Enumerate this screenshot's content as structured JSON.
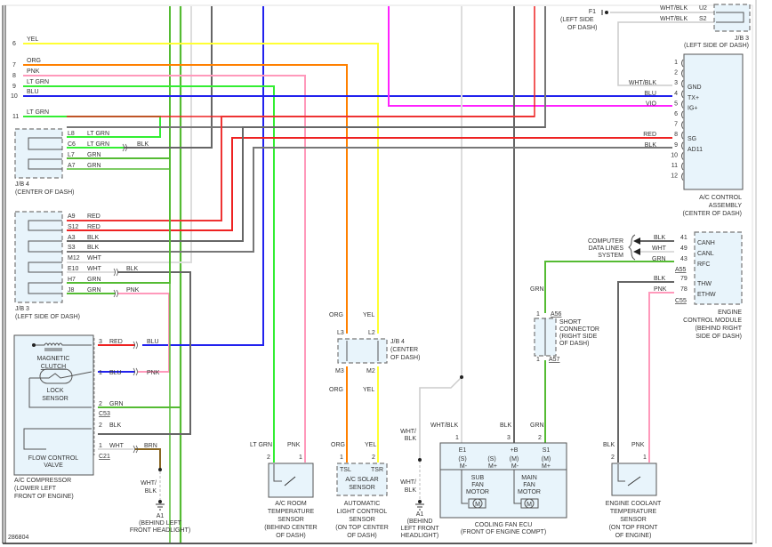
{
  "diagram": {
    "figure_id": "286804",
    "colors": {
      "YEL": "#ffff33",
      "ORG": "#ff8000",
      "PNK": "#ff99bb",
      "LTGRN": "#33ee33",
      "GRN": "#55bb33",
      "BLU": "#2222ee",
      "RED": "#ee2222",
      "BLK": "#666666",
      "WHT": "#dddddd",
      "VIO": "#ff22ff",
      "BRN": "#886622",
      "component_fill": "#e8f4fb"
    },
    "left_numbers": [
      {
        "n": "6",
        "color": "YEL"
      },
      {
        "n": "7",
        "color": "ORG"
      },
      {
        "n": "8",
        "color": "PNK"
      },
      {
        "n": "9",
        "color": "LT GRN"
      },
      {
        "n": "10",
        "color": "BLU"
      },
      {
        "n": "11",
        "color": "LT GRN"
      }
    ],
    "jb4_center": {
      "title": "J/B 4",
      "location": "(CENTER OF DASH)",
      "pins": [
        {
          "pin": "L8",
          "wire": "LT GRN"
        },
        {
          "pin": "C6",
          "wire": "LT GRN",
          "splice": "BLK"
        },
        {
          "pin": "L7",
          "wire": "GRN"
        },
        {
          "pin": "A7",
          "wire": "GRN"
        }
      ]
    },
    "jb3_left": {
      "title": "J/B 3",
      "location": "(LEFT SIDE OF DASH)",
      "pins": [
        {
          "pin": "A9",
          "wire": "RED"
        },
        {
          "pin": "S12",
          "wire": "RED"
        },
        {
          "pin": "A3",
          "wire": "BLK"
        },
        {
          "pin": "S3",
          "wire": "BLK"
        },
        {
          "pin": "M12",
          "wire": "WHT"
        },
        {
          "pin": "E10",
          "wire": "WHT",
          "splice": "BLK"
        },
        {
          "pin": "H7",
          "wire": "GRN"
        },
        {
          "pin": "J8",
          "wire": "GRN",
          "splice": "PNK"
        }
      ]
    },
    "ac_compressor": {
      "title": "A/C COMPRESSOR",
      "location1": "(LOWER LEFT",
      "location2": "FRONT OF ENGINE)",
      "magnetic_clutch1": "MAGNETIC",
      "magnetic_clutch2": "CLUTCH",
      "lock_sensor1": "LOCK",
      "lock_sensor2": "SENSOR",
      "flow_valve1": "FLOW CONTROL",
      "flow_valve2": "VALVE",
      "c53": "C53",
      "c21": "C21",
      "pins": [
        {
          "pin": "3",
          "wire": "RED",
          "splice": "BLU"
        },
        {
          "pin": "1",
          "wire": "BLU",
          "splice": "PNK"
        },
        {
          "pin": "2",
          "wire": "GRN"
        },
        {
          "pin": "2",
          "wire": "BLK"
        },
        {
          "pin": "1",
          "wire": "WHT",
          "splice": "BRN"
        }
      ]
    },
    "ground_a1_left": {
      "wire1": "WHT/",
      "wire2": "BLK",
      "name": "A1",
      "loc1": "(BEHIND LEFT",
      "loc2": "FRONT HEADLIGHT)"
    },
    "jb4_mid": {
      "title": "J/B 4",
      "loc1": "(CENTER",
      "loc2": "OF DASH)",
      "top_pins": [
        "L3",
        "L2"
      ],
      "bottom_pins": [
        "M3",
        "M2"
      ],
      "wires_top": [
        "ORG",
        "YEL"
      ],
      "wires_bottom": [
        "ORG",
        "YEL"
      ]
    },
    "room_sensor": {
      "wires": [
        "LT GRN",
        "PNK"
      ],
      "pins": [
        "2",
        "1"
      ],
      "lines": [
        "A/C ROOM",
        "TEMPERATURE",
        "SENSOR",
        "(BEHIND CENTER",
        "OF DASH)"
      ]
    },
    "solar_sensor": {
      "wires": [
        "ORG",
        "YEL"
      ],
      "pins": [
        "1",
        "2"
      ],
      "terminals": [
        "TSL",
        "TSR"
      ],
      "inner1": "A/C SOLAR",
      "inner2": "SENSOR",
      "lines": [
        "AUTOMATIC",
        "LIGHT CONTROL",
        "SENSOR",
        "(ON TOP CENTER",
        "OF DASH)"
      ]
    },
    "ground_a1_mid": {
      "wire1a": "WHT/",
      "wire1b": "BLK",
      "wire2a": "WHT/",
      "wire2b": "BLK",
      "name": "A1",
      "lines": [
        "(BEHIND",
        "LEFT FRONT",
        "HEADLIGHT)"
      ]
    },
    "fan_ecu": {
      "wires": [
        "WHT/BLK",
        "BLK",
        "GRN"
      ],
      "pins": [
        "1",
        "3",
        "2"
      ],
      "terminals": [
        "E1",
        "+B",
        "S1"
      ],
      "sub": [
        "(S)",
        "(S)",
        "(M)",
        "(M)"
      ],
      "subpins": [
        "M-",
        "M+",
        "M-",
        "M+"
      ],
      "sub_motor": [
        "SUB",
        "FAN",
        "MOTOR"
      ],
      "main_motor": [
        "MAIN",
        "FAN",
        "MOTOR"
      ],
      "motor_glyph": "M",
      "title": "COOLING FAN ECU",
      "location": "(FRONT OF ENGINE COMPT)",
      "side_wire1": "WHT/",
      "side_wire2": "BLK"
    },
    "coolant_sensor": {
      "wires": [
        "BLK",
        "PNK"
      ],
      "pins": [
        "2",
        "1"
      ],
      "lines": [
        "ENGINE COOLANT",
        "TEMPERATURE",
        "SENSOR",
        "(ON TOP FRONT",
        "OF ENGINE)"
      ]
    },
    "short_connector": {
      "top_pin": "1",
      "top_conn": "A56",
      "bottom_pin": "1",
      "bottom_conn": "A57",
      "wire": "GRN",
      "lines": [
        "SHORT",
        "CONNECTOR",
        "(RIGHT SIDE",
        "OF DASH)"
      ]
    },
    "ecm": {
      "data_lines": [
        "COMPUTER",
        "DATA LINES",
        "SYSTEM"
      ],
      "pins": [
        {
          "wire": "BLK",
          "pin": "41",
          "term": "CANH"
        },
        {
          "wire": "WHT",
          "pin": "49",
          "term": "CANL"
        },
        {
          "wire": "GRN",
          "pin": "43",
          "term": "RFC"
        },
        {
          "wire": "BLK",
          "pin": "79",
          "term": "THW"
        },
        {
          "wire": "PNK",
          "pin": "78",
          "term": "ETHW"
        }
      ],
      "a55": "A55",
      "c55": "C55",
      "lines": [
        "ENGINE",
        "CONTROL MODULE",
        "(BEHIND RIGHT",
        "SIDE OF DASH)"
      ]
    },
    "ac_control": {
      "ground": "F1",
      "ground_loc1": "(LEFT SIDE",
      "ground_loc2": "OF DASH)",
      "jb3_pins": [
        {
          "wire": "WHT/BLK",
          "pin": "U2"
        },
        {
          "wire": "WHT/BLK",
          "pin": "S2"
        }
      ],
      "jb3_title": "J/B 3",
      "jb3_loc": "(LEFT SIDE OF DASH)",
      "pins": [
        {
          "pin": "1",
          "wire": "",
          "term": ""
        },
        {
          "pin": "2",
          "wire": "",
          "term": ""
        },
        {
          "pin": "3",
          "wire": "WHT/BLK",
          "term": "GND"
        },
        {
          "pin": "4",
          "wire": "BLU",
          "term": "TX+"
        },
        {
          "pin": "5",
          "wire": "VIO",
          "term": "IG+"
        },
        {
          "pin": "6",
          "wire": "",
          "term": ""
        },
        {
          "pin": "7",
          "wire": "",
          "term": ""
        },
        {
          "pin": "8",
          "wire": "RED",
          "term": "SG"
        },
        {
          "pin": "9",
          "wire": "BLK",
          "term": "AD11"
        },
        {
          "pin": "10",
          "wire": "",
          "term": ""
        },
        {
          "pin": "11",
          "wire": "",
          "term": ""
        },
        {
          "pin": "12",
          "wire": "",
          "term": ""
        }
      ],
      "lines": [
        "A/C CONTROL",
        "ASSEMBLY",
        "(CENTER OF DASH)"
      ]
    }
  }
}
